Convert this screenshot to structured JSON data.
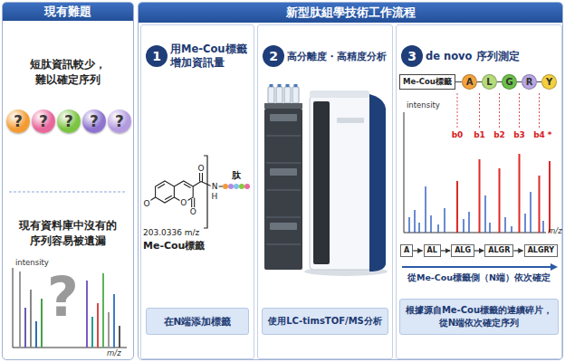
{
  "diagram": {
    "nodes": [
      {
        "text": [
          "現有難題",
          "短肽資訊較少， 難以確定序列",
          "現有資料庫中沒有的 序列容易被遺漏"
        ]
      },
      {
        "text": [
          "?"
        ],
        "in": 0
      },
      {
        "text": [
          "?"
        ],
        "in": 0
      },
      {
        "text": [
          "?"
        ],
        "in": 0
      },
      {
        "text": [
          "?"
        ],
        "in": 0
      },
      {
        "text": [
          "?"
        ],
        "in": 0
      },
      {
        "text": [
          "新型肽組學技術工作流程"
        ]
      },
      {
        "text": [
          "用Me-Cou標籤 增加資訊量"
        ],
        "in": 6
      },
      {
        "text": [
          "1"
        ],
        "in": 7
      },
      {
        "text": [
          "在N端添加標籤"
        ],
        "in": 7
      },
      {
        "text": [
          "高分離度・高精度分析"
        ],
        "in": 6
      },
      {
        "text": [
          "2"
        ],
        "in": 10
      },
      {
        "text": [
          "使用LC-timsTOF/MS分析"
        ],
        "in": 10
      },
      {
        "text": [
          "de novo 序列測定"
        ],
        "in": 6
      },
      {
        "text": [
          "3"
        ],
        "in": 13
      },
      {
        "text": [
          "Me-Cou標籤"
        ],
        "in": 13
      },
      {
        "text": [
          "A"
        ],
        "in": 13
      },
      {
        "text": [
          "L"
        ],
        "in": 13
      },
      {
        "text": [
          "G"
        ],
        "in": 13
      },
      {
        "text": [
          "R"
        ],
        "in": 13
      },
      {
        "text": [
          "Y"
        ],
        "in": 13
      },
      {
        "text": [
          "A"
        ],
        "in": 13
      },
      {
        "text": [
          "AL"
        ],
        "in": 13
      },
      {
        "text": [
          "ALG"
        ],
        "in": 13
      },
      {
        "text": [
          "ALGR"
        ],
        "in": 13
      },
      {
        "text": [
          "ALGRY"
        ],
        "in": 13
      },
      {
        "text": [
          "根據源自Me-Cou標籤的連續碎片， 從N端依次確定序列"
        ],
        "in": 13
      }
    ],
    "edges": [
      {
        "from": 15,
        "to": 16,
        "arrow": "none"
      },
      {
        "from": 16,
        "to": 17,
        "arrow": "none"
      },
      {
        "from": 17,
        "to": 18,
        "arrow": "none"
      },
      {
        "from": 18,
        "to": 19,
        "arrow": "none"
      },
      {
        "from": 19,
        "to": 20,
        "arrow": "none"
      },
      {
        "from": 21,
        "to": 22,
        "arrow": "to"
      },
      {
        "from": 22,
        "to": 23,
        "arrow": "to"
      },
      {
        "from": 23,
        "to": 24,
        "arrow": "to"
      },
      {
        "from": 24,
        "to": 25,
        "arrow": "to"
      }
    ],
    "labels": [
      "intensity",
      "?",
      "m/z",
      "O",
      "O",
      "O",
      "O",
      "N",
      "H",
      "203.0336 m/z",
      "Me-Cou標籤",
      "肽",
      "intensity",
      "b0",
      "b1",
      "b2",
      "b3",
      "b4",
      "*",
      "m/z",
      "從Me-Cou標籤側（N端）依次確定"
    ]
  }
}
